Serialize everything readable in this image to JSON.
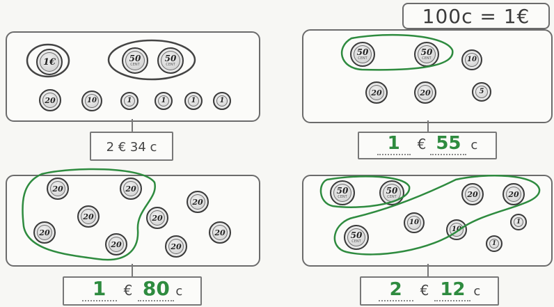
{
  "rate_box": {
    "text": "100c = 1€"
  },
  "panels": [
    {
      "answer": {
        "text": "2 € 34 c"
      },
      "coins": [
        {
          "label": "1€"
        },
        {
          "label": "50"
        },
        {
          "label": "50"
        },
        {
          "label": "20"
        },
        {
          "label": "10"
        },
        {
          "label": "1"
        },
        {
          "label": "1"
        },
        {
          "label": "1"
        },
        {
          "label": "1"
        }
      ]
    },
    {
      "answer": {
        "euros": "1",
        "euro_sign": "€",
        "cents": "55",
        "cent_sign": "c"
      },
      "coins": [
        {
          "label": "50"
        },
        {
          "label": "50"
        },
        {
          "label": "10"
        },
        {
          "label": "20"
        },
        {
          "label": "20"
        },
        {
          "label": "5"
        }
      ]
    },
    {
      "answer": {
        "euros": "1",
        "euro_sign": "€",
        "cents": "80",
        "cent_sign": "c"
      },
      "coins": [
        {
          "label": "20"
        },
        {
          "label": "20"
        },
        {
          "label": "20"
        },
        {
          "label": "20"
        },
        {
          "label": "20"
        },
        {
          "label": "20"
        },
        {
          "label": "20"
        },
        {
          "label": "20"
        },
        {
          "label": "20"
        }
      ]
    },
    {
      "answer": {
        "euros": "2",
        "euro_sign": "€",
        "cents": "12",
        "cent_sign": "c"
      },
      "coins": [
        {
          "label": "50"
        },
        {
          "label": "50"
        },
        {
          "label": "20"
        },
        {
          "label": "20"
        },
        {
          "label": "10"
        },
        {
          "label": "1"
        },
        {
          "label": "50"
        },
        {
          "label": "10"
        },
        {
          "label": "1"
        }
      ]
    }
  ],
  "colors": {
    "ink": "#3a3a3a",
    "handwriting_green": "#2e8b3f",
    "paper": "#f7f7f4"
  }
}
